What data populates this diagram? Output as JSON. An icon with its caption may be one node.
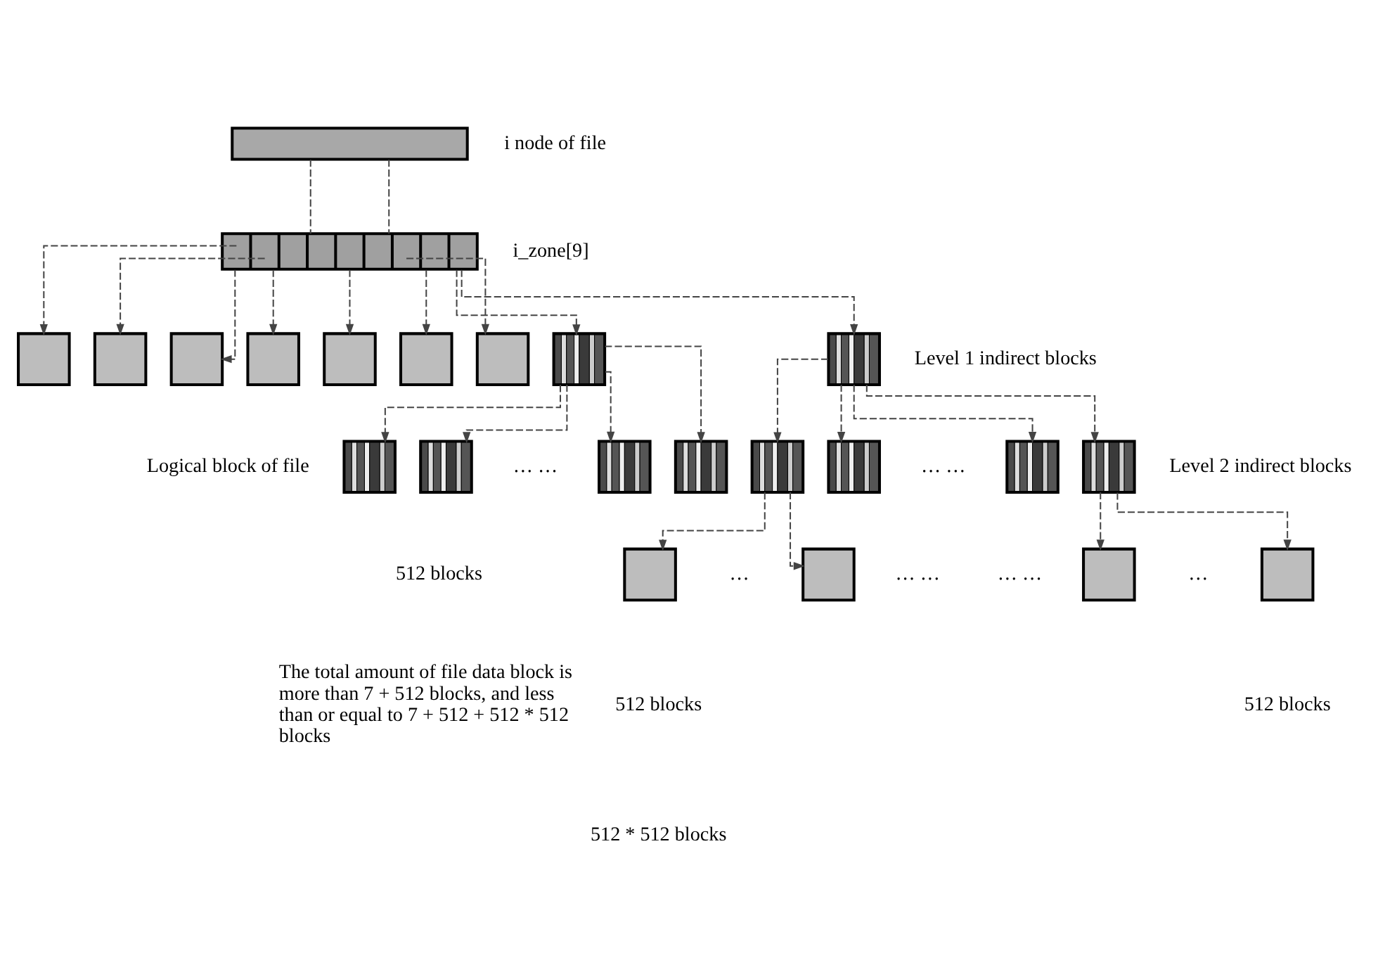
{
  "diagram": {
    "nodes": [
      {
        "text": [],
        "shape": "bar",
        "beside": [
          "i node of file"
        ]
      },
      {
        "text": [],
        "shape": "box",
        "beside": [
          "i_zone[9]"
        ]
      },
      {
        "text": [],
        "shape": "box"
      },
      {
        "text": [],
        "shape": "box"
      },
      {
        "text": [],
        "shape": "box"
      },
      {
        "text": [],
        "shape": "box"
      },
      {
        "text": [],
        "shape": "box"
      },
      {
        "text": [],
        "shape": "box"
      },
      {
        "text": [],
        "shape": "box"
      },
      {
        "text": [],
        "shape": "box"
      },
      {
        "text": [],
        "shape": "box",
        "beside": [
          "Level 1 indirect blocks"
        ]
      },
      {
        "text": [],
        "shape": "box"
      },
      {
        "text": [],
        "shape": "box"
      },
      {
        "text": [],
        "shape": "box"
      },
      {
        "text": [],
        "shape": "box"
      },
      {
        "text": [],
        "shape": "box"
      },
      {
        "text": [],
        "shape": "box"
      },
      {
        "text": [],
        "shape": "box"
      },
      {
        "text": [],
        "shape": "box",
        "beside": [
          "Level 2 indirect blocks"
        ]
      },
      {
        "text": [],
        "shape": "box"
      },
      {
        "text": [],
        "shape": "box"
      },
      {
        "text": [],
        "shape": "box"
      },
      {
        "text": [],
        "shape": "box"
      }
    ],
    "edges": [
      {
        "from": 0,
        "to": 1,
        "arrow": "none",
        "style": "dashed"
      },
      {
        "from": 0,
        "to": 1,
        "arrow": "none",
        "style": "dashed"
      },
      {
        "from": 1,
        "to": 2,
        "arrow": "to",
        "style": "dashed"
      },
      {
        "from": 1,
        "to": 3,
        "arrow": "to",
        "style": "dashed"
      },
      {
        "from": 1,
        "to": 4,
        "arrow": "to",
        "style": "dashed"
      },
      {
        "from": 1,
        "to": 5,
        "arrow": "to",
        "style": "dashed"
      },
      {
        "from": 1,
        "to": 6,
        "arrow": "to",
        "style": "dashed"
      },
      {
        "from": 1,
        "to": 7,
        "arrow": "to",
        "style": "dashed"
      },
      {
        "from": 1,
        "to": 8,
        "arrow": "to",
        "style": "dashed"
      },
      {
        "from": 1,
        "to": 9,
        "arrow": "to",
        "style": "dashed"
      },
      {
        "from": 1,
        "to": 10,
        "arrow": "to",
        "style": "dashed"
      },
      {
        "from": 9,
        "to": 11,
        "arrow": "to",
        "style": "dashed"
      },
      {
        "from": 9,
        "to": 12,
        "arrow": "to",
        "style": "dashed"
      },
      {
        "from": 9,
        "to": 13,
        "arrow": "to",
        "style": "dashed"
      },
      {
        "from": 9,
        "to": 14,
        "arrow": "to",
        "style": "dashed"
      },
      {
        "from": 10,
        "to": 15,
        "arrow": "to",
        "style": "dashed"
      },
      {
        "from": 10,
        "to": 16,
        "arrow": "to",
        "style": "dashed"
      },
      {
        "from": 10,
        "to": 17,
        "arrow": "to",
        "style": "dashed"
      },
      {
        "from": 10,
        "to": 18,
        "arrow": "to",
        "style": "dashed"
      },
      {
        "from": 15,
        "to": 19,
        "arrow": "to",
        "style": "dashed"
      },
      {
        "from": 15,
        "to": 20,
        "arrow": "to",
        "style": "dashed"
      },
      {
        "from": 18,
        "to": 21,
        "arrow": "to",
        "style": "dashed"
      },
      {
        "from": 18,
        "to": 22,
        "arrow": "to",
        "style": "dashed"
      }
    ],
    "labels": [
      "Logical block of file",
      "… …",
      "… …",
      "512 blocks",
      "The total amount of file data block is more than 7 + 512 blocks, and less than or equal to 7 + 512 + 512 * 512 blocks",
      "…",
      "… …",
      "… …",
      "…",
      "512 blocks",
      "512 blocks",
      "512 * 512 blocks"
    ]
  }
}
